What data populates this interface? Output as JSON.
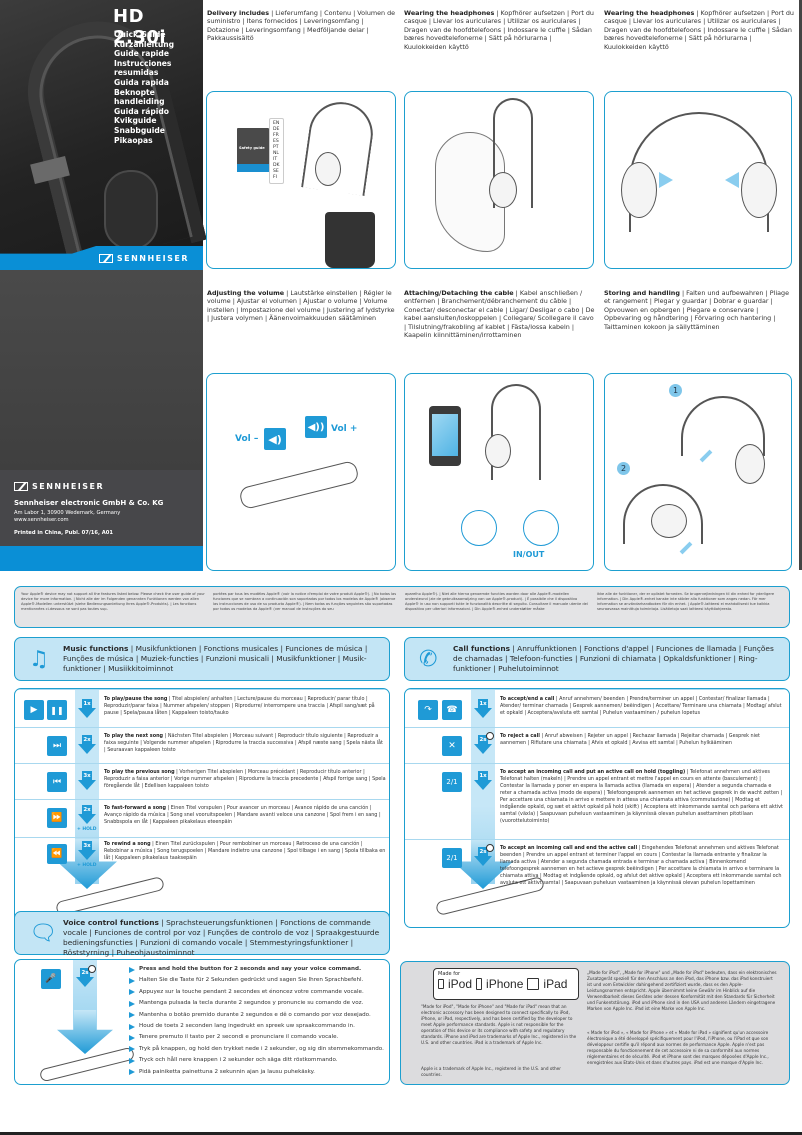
{
  "cover": {
    "model": "HD 2.30i",
    "guide_titles": [
      "Quick Guide",
      "Kurzanleitung",
      "Guide rapide",
      "Instrucciones resumidas",
      "Guida rapida",
      "Beknopte handleiding",
      "Guida rápido",
      "Kvikguide",
      "Snabbguide",
      "Pikaopas"
    ],
    "brand": "SENNHEISER"
  },
  "company": {
    "brand": "SENNHEISER",
    "name": "Sennheiser electronic GmbH & Co. KG",
    "address": "Am Labor 1, 30900 Wedemark, Germany",
    "website": "www.sennheiser.com",
    "print_info": "Printed in China, Publ. 07/16, A01"
  },
  "sections": {
    "delivery": {
      "title": "Delivery includes",
      "text": " | Lieferumfang | Contenu | Volumen de suministro | Itens fornecidos | Leveringsomfang | Dotazione | Leveringsomfang | Medföljande delar | Pakkaussisältö"
    },
    "wearing1": {
      "title": "Wearing the headphones",
      "text": " | Kopfhörer aufsetzen | Port du casque | Llevar los auriculares | Utilizar os auriculares | Dragen van de hoofdtelefoons | Indossare le cuffie | Sådan bæres hovedtelefonerne | Sätt på hörlurarna | Kuulokkeiden käyttö"
    },
    "wearing2": {
      "title": "Wearing the headphones",
      "text": " | Kopfhörer aufsetzen | Port du casque | Llevar los auriculares | Utilizar os auriculares | Dragen van de hoofdtelefoons | Indossare le cuffie | Sådan bæres hovedtelefonerne | Sätt på hörlurarna | Kuulokkeiden käyttö"
    },
    "volume": {
      "title": "Adjusting the volume",
      "text": " | Lautstärke einstellen | Régler le volume | Ajustar el volumen | Ajustar o volume | Volume instellen | Impostazione del volume | Justering af lydstyrke | Justera volymen | Äänenvoimakkuuden säätäminen"
    },
    "cable": {
      "title": "Attaching/Detaching the cable",
      "text": " | Kabel anschließen / entfernen | Branchement/débranchement du câble | Conectar/ desconectar el cable | Ligar/ Desligar o cabo | De kabel aansluiten/loskoppelen | Collegare/ Scollegare il cavo | Tilslutning/frakobling af kablet | Fästa/lossa kabeln | Kaapelin kiinnittäminen/irrottaminen"
    },
    "storing": {
      "title": "Storing and handling",
      "text": " | Falten und aufbewahren | Pliage et rangement | Plegar y guardar | Dobrar e guardar | Opvouwen en opbergen | Piegare e conservare | Opbevaring og håndtering | Förvaring och hantering | Taittaminen kokoon ja säilyttäminen"
    }
  },
  "illustrations": {
    "safety_guide_label": "Safety guide",
    "languages": [
      "EN",
      "DE",
      "FR",
      "ES",
      "PT",
      "NL",
      "IT",
      "DK",
      "SE",
      "FI"
    ],
    "vol_minus": "Vol –",
    "vol_plus": "Vol +",
    "inout": "IN/OUT",
    "step1": "1",
    "step2": "2"
  },
  "apple_notice": [
    "Your Apple® device may not support all the features listed below. Please check the user guide of your device for more information. | Nicht alle der im Folgenden genannten Funktionen werden von allen Apple®-Modellen unterstützt (siehe Bedienungsanleitung Ihres Apple®-Produkts). | Les fonctions mentionnées ci-dessous ne sont pas toutes sup-",
    "portées par tous les modèles Apple® (voir la notice d'emploi de votre produit Apple®). | No todas las funciones que se nombran a continuación son soportadas por todos los modelos de Apple® (observe las instrucciones de uso de su producto Apple®). | Nem todas as funções seguintes são suportadas por todos os modelos da Apple® (ver manual de instruções do seu",
    "aparelho Apple®). | Niet alle hierna genoemde functies worden door alle Apple®-modellen ondersteund (zie de gebruiksaanwijzing van uw Apple®-product). | È possibile che il dispositivo Apple® in uso non supporti tutte le funzionalità descritte di seguito. Consultare il manuale utente del dispositivo per ulteriori informazioni. | Din Apple®-enhed understøtter måske",
    "ikke alle de funktioner, der er oplistet forneden. Se brugervejledningen til din enhed for yderligere information. | Din Apple®-enhet kanske inte stöder alla funktioner som anges nedan. För mer information se användarhandboken för din enhet. | Apple®-laitteesi ei mahdollisesti tue kaikkia seuraavassa mainittuja toimintoja. Lisätietoja saat laitteesi käyttöohjeesta."
  ],
  "music": {
    "title": "Music functions",
    "title_rest": " | Musikfunktionen | Fonctions musicales | Funciones de música | Funções de música | Muziek-functies | Funzioni musicali | Musikfunktioner | Musik-funktioner | Musiikkitoiminnot",
    "rows": [
      {
        "icons": [
          "play-icon",
          "pause-icon"
        ],
        "press": "1x",
        "hold": "",
        "title": "To play/pause the song",
        "text": " | Titel abspielen/ anhalten | Lecture/pause du morceau | Reproducir/ parar título | Reproduzir/parar faixa | Nummer afspelen/ stoppen | Riprodurre/ interrompere una traccia | Afspil sang/sæt på pause | Spela/pausa låten | Kappaleen toisto/tauko"
      },
      {
        "icons": [
          "next-track-icon"
        ],
        "press": "2x",
        "hold": "",
        "title": "To play the next song",
        "text": " | Nächsten Titel abspielen | Morceau suivant | Reproducir título siguiente | Reproduzir a faixa seguinte | Volgende nummer afspelen | Riprodurre la traccia successiva | Afspil næste sang | Spela nästa låt | Seuraavan kappaleen toisto"
      },
      {
        "icons": [
          "previous-track-icon"
        ],
        "press": "3x",
        "hold": "",
        "title": "To play the previous song",
        "text": " | Vorherigen Titel abspielen | Morceau précédant | Reproducir título anterior | Reproduzir a faixa anterior | Vorige nummer afspelen | Riprodurre la traccia precedente | Afspil forrige sang | Spela föregående låt | Edellisen kappaleen toisto"
      },
      {
        "icons": [
          "fast-forward-icon"
        ],
        "press": "2x",
        "hold": "+ HOLD",
        "title": "To fast-forward a song",
        "text": " | Einen Titel vorspulen | Pour avancer un morceau | Avance rápido de una canción | Avanço rápido da música | Song snel vooruitspoelen | Mandare avanti veloce una canzone | Spol frem i en sang | Snabbspola en låt | Kappaleen pikakelaus eteenpäin"
      },
      {
        "icons": [
          "rewind-icon"
        ],
        "press": "3x",
        "hold": "+ HOLD",
        "title": "To rewind a song",
        "text": " | Einen Titel zurückspulen | Pour rembobiner un morceau | Retroceso de una canción | Rebobinar a música | Song terugspoelen | Mandare indietro una canzone | Spol tilbage i en sang | Spola tillbaka en låt | Kappaleen pikakelaus taaksepäin"
      }
    ]
  },
  "calls": {
    "title": "Call functions",
    "title_rest": " | Anruffunktionen | Fonctions d'appel | Funciones de llamada | Funções de chamadas | Telefoon-functies | Funzioni di chiamata | Opkaldsfunktioner | Ring-funktioner | Puhelutoiminnot",
    "rows": [
      {
        "press": "1x",
        "title": "To accept/end a call",
        "text": " | Anruf annehmen/ beenden | Prendre/terminer un appel | Contestar/ finalizar llamada | Atender/ terminar chamada | Gesprek aannemen/ beëindigen | Accettare/ Terminare una chiamata | Modtag/ afslut et opkald | Acceptera/avsluta ett samtal | Puhelun vastaaminen / puhelun lopetus"
      },
      {
        "press": "2s",
        "title": "To reject a call",
        "text": " | Anruf abweisen | Rejeter un appel | Rechazar llamada | Rejeitar chamada | Gesprek niet aannemen | Rifiutare una chiamata | Afvis et opkald | Avvisa ett samtal | Puhelun hylkääminen"
      },
      {
        "press": "1x",
        "title": "To accept an incoming call and put an active call on hold (toggling)",
        "text": " | Telefonat annehmen und aktives Telefonat halten (makeln) | Prendre un appel entrant et mettre l'appel en cours en attente (basculement) | Contestar la llamada y poner en espera la llamada activa (llamada en espera) | Atender a segunda chamada e reter a chamada activa (modo de espera) | Telefoongesprek aannemen en het actieve gesprek in de wacht zetten | Per accettare una chiamata in arrivo e mettere in attesa una chiamata attiva (commutazione) | Modtag et indgående opkald, og sæt et aktivt opkald på hold (skift) | Acceptera ett inkommande samtal och parkera ett aktivt samtal (växla) | Saapuvaan puheluun vastaaminen ja käynnissä olevan puhelun asettaminen pitotilaan (vuorottelutoiminto)"
      },
      {
        "press": "2s",
        "title": "To accept an incoming call and end the active call",
        "text": " | Eingehendes Telefonat annehmen und aktives Telefonat beenden | Prendre un appel entrant et terminer l'appel en cours | Contestar la llamada entrante y finalizar la llamada activa | Atender a segunda chamada entrada e terminar a chamada activa | Binnenkomend telefoongesprek aannemen en het actieve gesprek beëindigen | Per accettare la chiamata in arrivo e terminare la chiamata attiva | Modtag et indgående opkald, og afslut det aktive opkald | Acceptera ett inkommande samtal och avsluta ett aktivt samtal | Saapuvaan puheluun vastaaminen ja käynnissä olevan puhelun lopettaminen"
      }
    ]
  },
  "voice": {
    "title": "Voice control functions",
    "title_rest": " | Sprachsteuerungsfunktionen | Fonctions de commande vocale | Funciones de control por voz | Funções de controlo de voz | Spraakgestuurde bedieningsfuncties | Funzioni di comando vocale | Stemmestyringsfunktioner | Röststyrning | Puheohjaustoiminnot",
    "press": "2s",
    "instructions": [
      "Press and hold the button for 2 seconds and say your voice command.",
      "Halten Sie die Taste für 2 Sekunden gedrückt und sagen Sie Ihren Sprachbefehl.",
      "Appuyez sur la touche pendant 2 secondes et énoncez votre commande vocale.",
      "Mantenga pulsada la tecla durante 2 segundos y pronuncie su comando de voz.",
      "Mantenha o botão premido durante 2 segundos e dê o comando por voz desejado.",
      "Houd de toets 2 seconden lang ingedrukt en spreek uw spraakcommando in.",
      "Tenere premuto il tasto per 2 secondi e pronunciare il comando vocale.",
      "Tryk på knappen, og hold den trykket nede i 2 sekunder, og sig din stemmekommando.",
      "Tryck och håll nere knappen i 2 sekunder och säga ditt röstkommando.",
      "Pidä painiketta painettuna 2 sekunnin ajan ja lausu puhekäsky."
    ]
  },
  "made_for": {
    "badge_label": "Made for",
    "products": [
      "iPod",
      "iPhone",
      "iPad"
    ],
    "en": "\"Made for iPod\", \"Made for iPhone\" and \"Made for iPad\" mean that an electronic accessory has been designed to connect specifically to iPod, iPhone, or iPad, respectively, and has been certified by the developer to meet Apple performance standards. Apple is not responsible for the operation of this device or its compliance with safety and regulatory standards. iPhone and iPod are trademarks of Apple Inc., registered in the U.S. and other countries. iPad is a trademark of Apple Inc.",
    "en2": "Apple is a trademark of Apple Inc., registered in the U.S. and other countries.",
    "de": "„Made for iPod\", „Made for iPhone\" und „Made for iPad\" bedeuten, dass ein elektronisches Zusatzgerät speziell für den Anschluss an den iPod, das iPhone bzw. das iPad konstruiert ist und vom Entwickler dahingehend zertifiziert wurde, dass es den Apple-Leistungsnormen entspricht. Apple übernimmt keine Gewähr im Hinblick auf die Verwendbarkeit dieses Gerätes oder dessen Konformität mit den Standards für Sicherheit und Funkentstörung. iPod und iPhone sind in den USA und anderen Ländern eingetragene Marken von Apple Inc. iPad ist eine Marke von Apple Inc.",
    "fr": "« Made for iPod », « Made for iPhone » et « Made for iPad » signifient qu'un accessoire électronique a été développé spécifiquement pour l'iPod, l'iPhone, ou l'iPad et que son développeur certifie qu'il répond aux normes de performance Apple. Apple n'est pas responsable du fonctionnement de cet accessoire ni de sa conformité aux normes réglementaires et de sécurité. iPod et iPhone sont des marques déposées d'Apple Inc., enregistrées aux Etats-Unis et dans d'autres pays. iPad est une marque d'Apple Inc."
  },
  "colors": {
    "accent": "#1f9ad6",
    "panel_light": "#c3e5f5",
    "dark": "#2b2b2b",
    "notice_bg": "#e4e4e6"
  }
}
